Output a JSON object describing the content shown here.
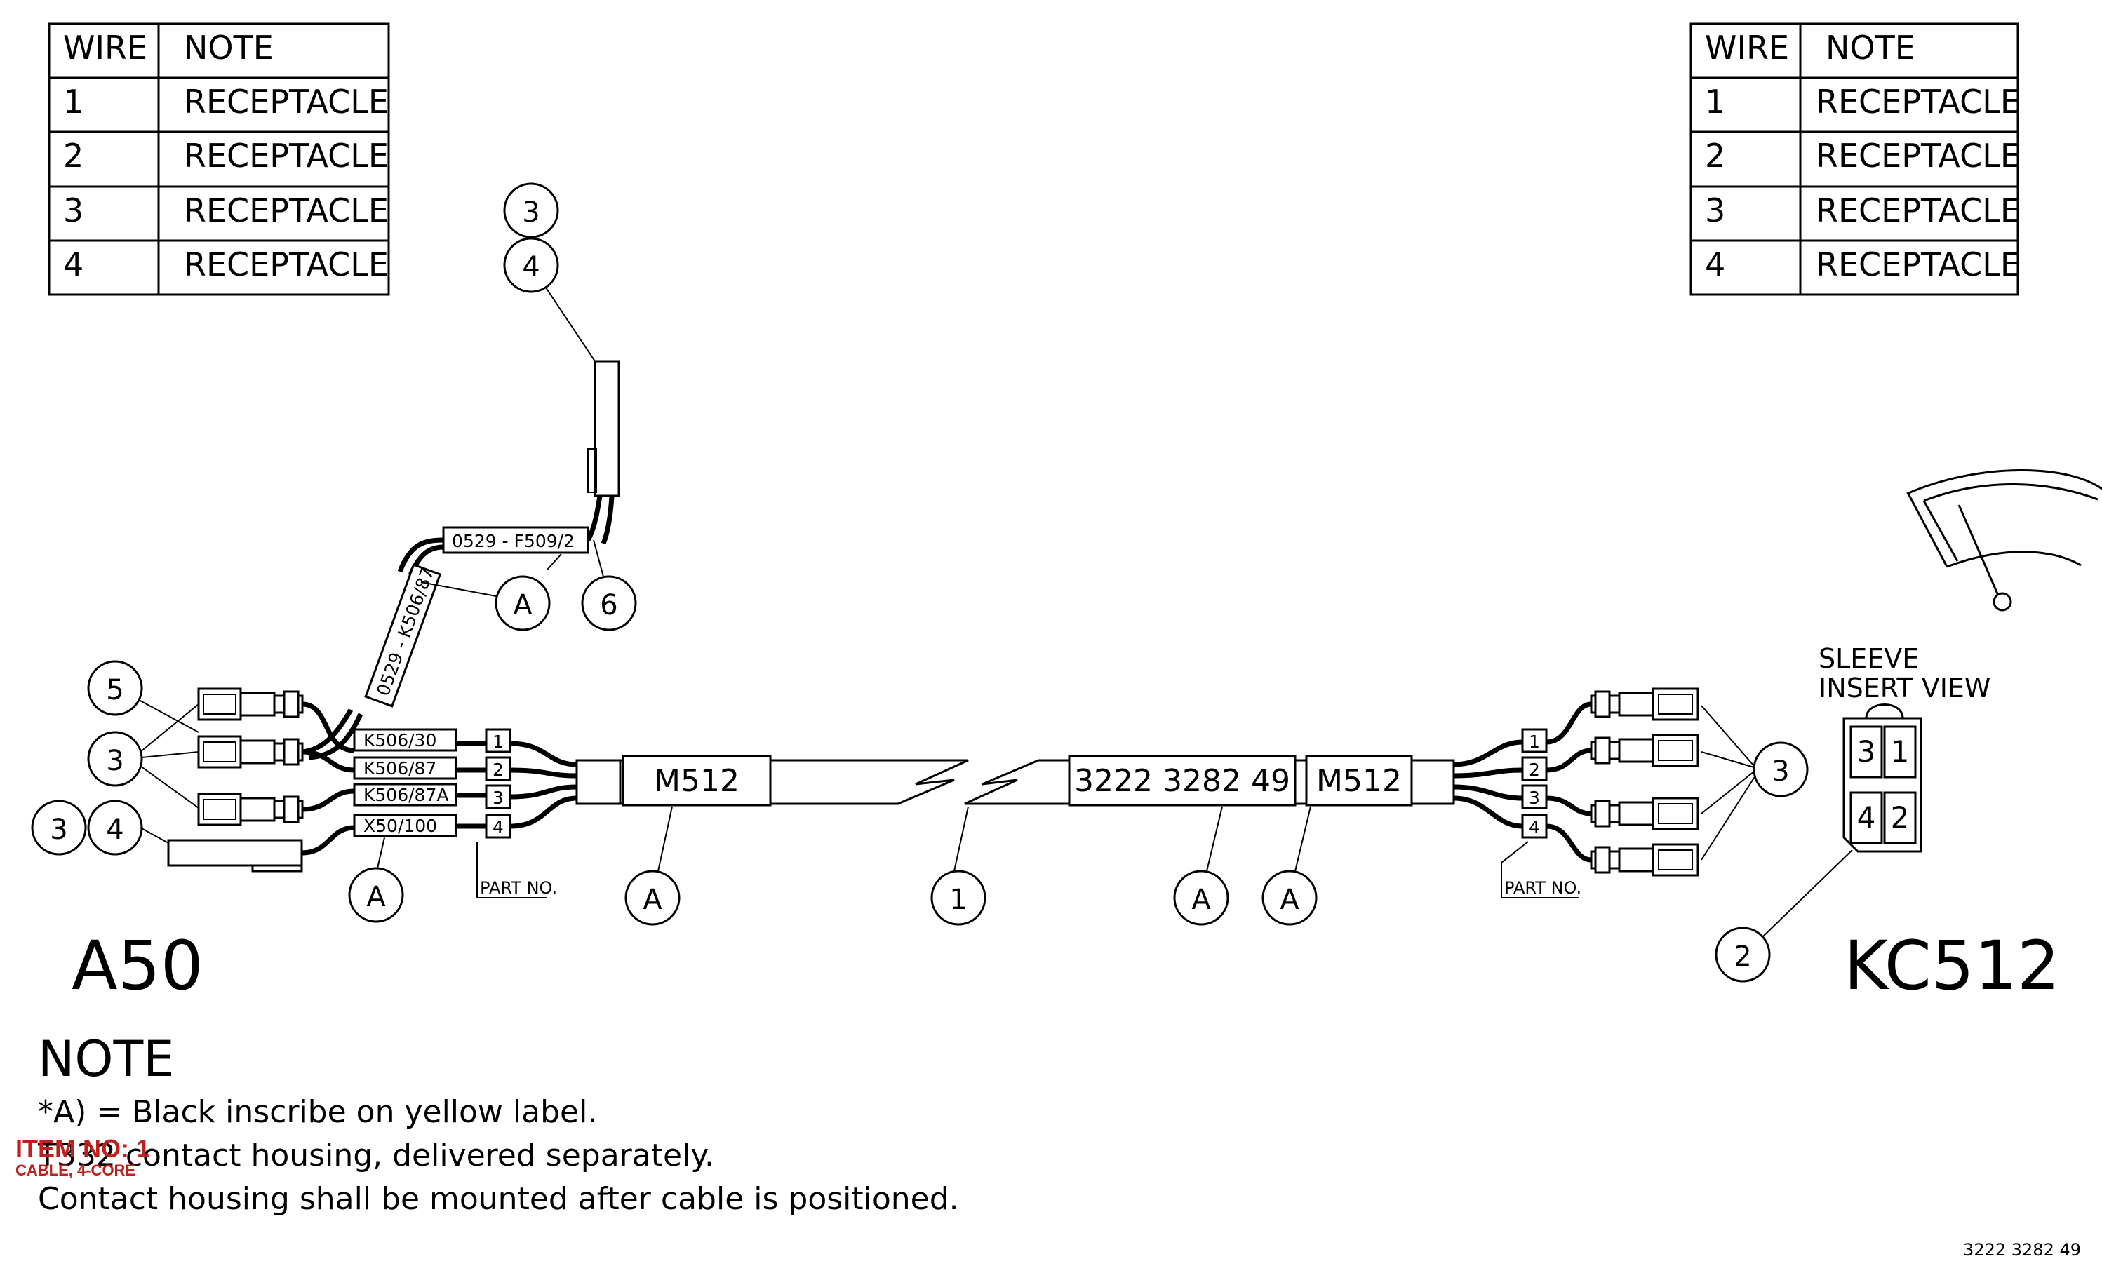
{
  "wire_table_left": {
    "headers": [
      "WIRE",
      "NOTE"
    ],
    "rows": [
      [
        "1",
        "RECEPTACLE"
      ],
      [
        "2",
        "RECEPTACLE"
      ],
      [
        "3",
        "RECEPTACLE"
      ],
      [
        "4",
        "RECEPTACLE"
      ]
    ]
  },
  "wire_table_right": {
    "headers": [
      "WIRE",
      "NOTE"
    ],
    "rows": [
      [
        "1",
        "RECEPTACLE"
      ],
      [
        "2",
        "RECEPTACLE"
      ],
      [
        "3",
        "RECEPTACLE"
      ],
      [
        "4",
        "RECEPTACLE"
      ]
    ]
  },
  "labels": {
    "fuse_label": "0529 - F509/2",
    "relay_label": "0529 - K506/87",
    "left_wire_labels": [
      "K506/30",
      "K506/87",
      "K506/87A",
      "X50/100"
    ],
    "left_wire_numbers": [
      "1",
      "2",
      "3",
      "4"
    ],
    "right_wire_numbers": [
      "1",
      "2",
      "3",
      "4"
    ],
    "part_no": "PART NO.",
    "cable_marker_left": "M512",
    "cable_marker_right": "M512",
    "cable_part_number": "3222 3282 49",
    "left_end": "A50",
    "right_end": "KC512",
    "sleeve_view": [
      "SLEEVE",
      "INSERT VIEW"
    ],
    "sleeve_cells": [
      "3",
      "1",
      "4",
      "2"
    ]
  },
  "balloons": {
    "top_3": "3",
    "top_4": "4",
    "fuse_A": "A",
    "fuse_6": "6",
    "left_5": "5",
    "left_3": "3",
    "left_3b": "3",
    "left_4b": "4",
    "bottom_A1": "A",
    "bottom_A2": "A",
    "bottom_1": "1",
    "bottom_A3": "A",
    "bottom_A4": "A",
    "right_3": "3",
    "right_2": "2"
  },
  "notes": {
    "heading": "NOTE",
    "lines": [
      "*A) = Black inscribe on yellow label.",
      "T332 contact housing, delivered separately.",
      "Contact housing shall be mounted after cable is positioned."
    ]
  },
  "stamp": {
    "line1": "ITEM NO: 1",
    "line2": "CABLE, 4-CORE",
    "color": "#c0201c"
  },
  "footer_number": "3222 3282 49"
}
